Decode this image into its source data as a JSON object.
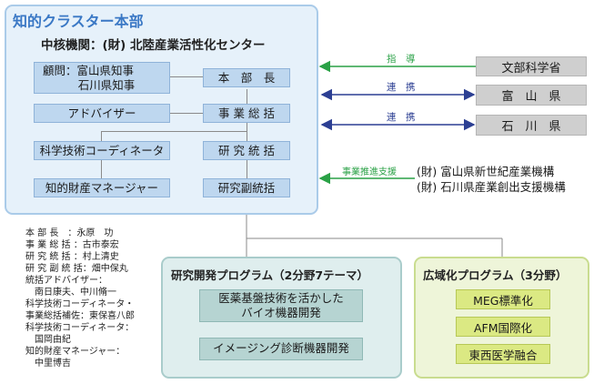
{
  "cluster": {
    "title": "知的クラスター本部",
    "core_org": "中核機関：(財) 北陸産業活性化センター",
    "advisor_line1": "顧問：富山県知事",
    "advisor_line2": "石川県知事",
    "honbucho": "本　部　長",
    "advisor_box": "アドバイザー",
    "jigyo_sokatsu": "事 業 総 括",
    "coordinator": "科学技術コーディネータ",
    "kenkyu_tokatsu": "研 究 統 括",
    "ip_manager": "知的財産マネージャー",
    "kenkyu_fuku": "研究副統括"
  },
  "external": {
    "mext": "文部科学省",
    "toyama": "富　山　県",
    "ishikawa": "石　川　県",
    "support_line1": "(財) 富山県新世紀産業機構",
    "support_line2": "(財) 石川県産業創出支援機構"
  },
  "arrows": {
    "shido": "指　導",
    "renkei1": "連　携",
    "renkei2": "連　携",
    "support": "事業推進支援"
  },
  "personnel": [
    "本 部 長　：永原　功",
    "事 業 総 括 ：古市泰宏",
    "研 究 統 括 ：村上清史",
    "研 究 副 統 括：畑中保丸",
    "統括アドバイザー：",
    "　南日康夫、中川脩一",
    "科学技術コーディネータ・",
    "事業総括補佐：東保喜八郎",
    "科学技術コーディネータ：",
    "　国岡由紀",
    "知的財産マネージャー：",
    "　中里博吉"
  ],
  "research_program": {
    "title": "研究開発プログラム（2分野7テーマ）",
    "item1_line1": "医薬基盤技術を活かした",
    "item1_line2": "バイオ機器開発",
    "item2": "イメージング診断機器開発"
  },
  "regional_program": {
    "title": "広域化プログラム（3分野）",
    "items": [
      "MEG標準化",
      "AFM国際化",
      "東西医学融合"
    ]
  },
  "colors": {
    "blue_arrow": "#2c3f93",
    "green_arrow": "#2aa146",
    "cluster_title": "#3a78c5"
  }
}
